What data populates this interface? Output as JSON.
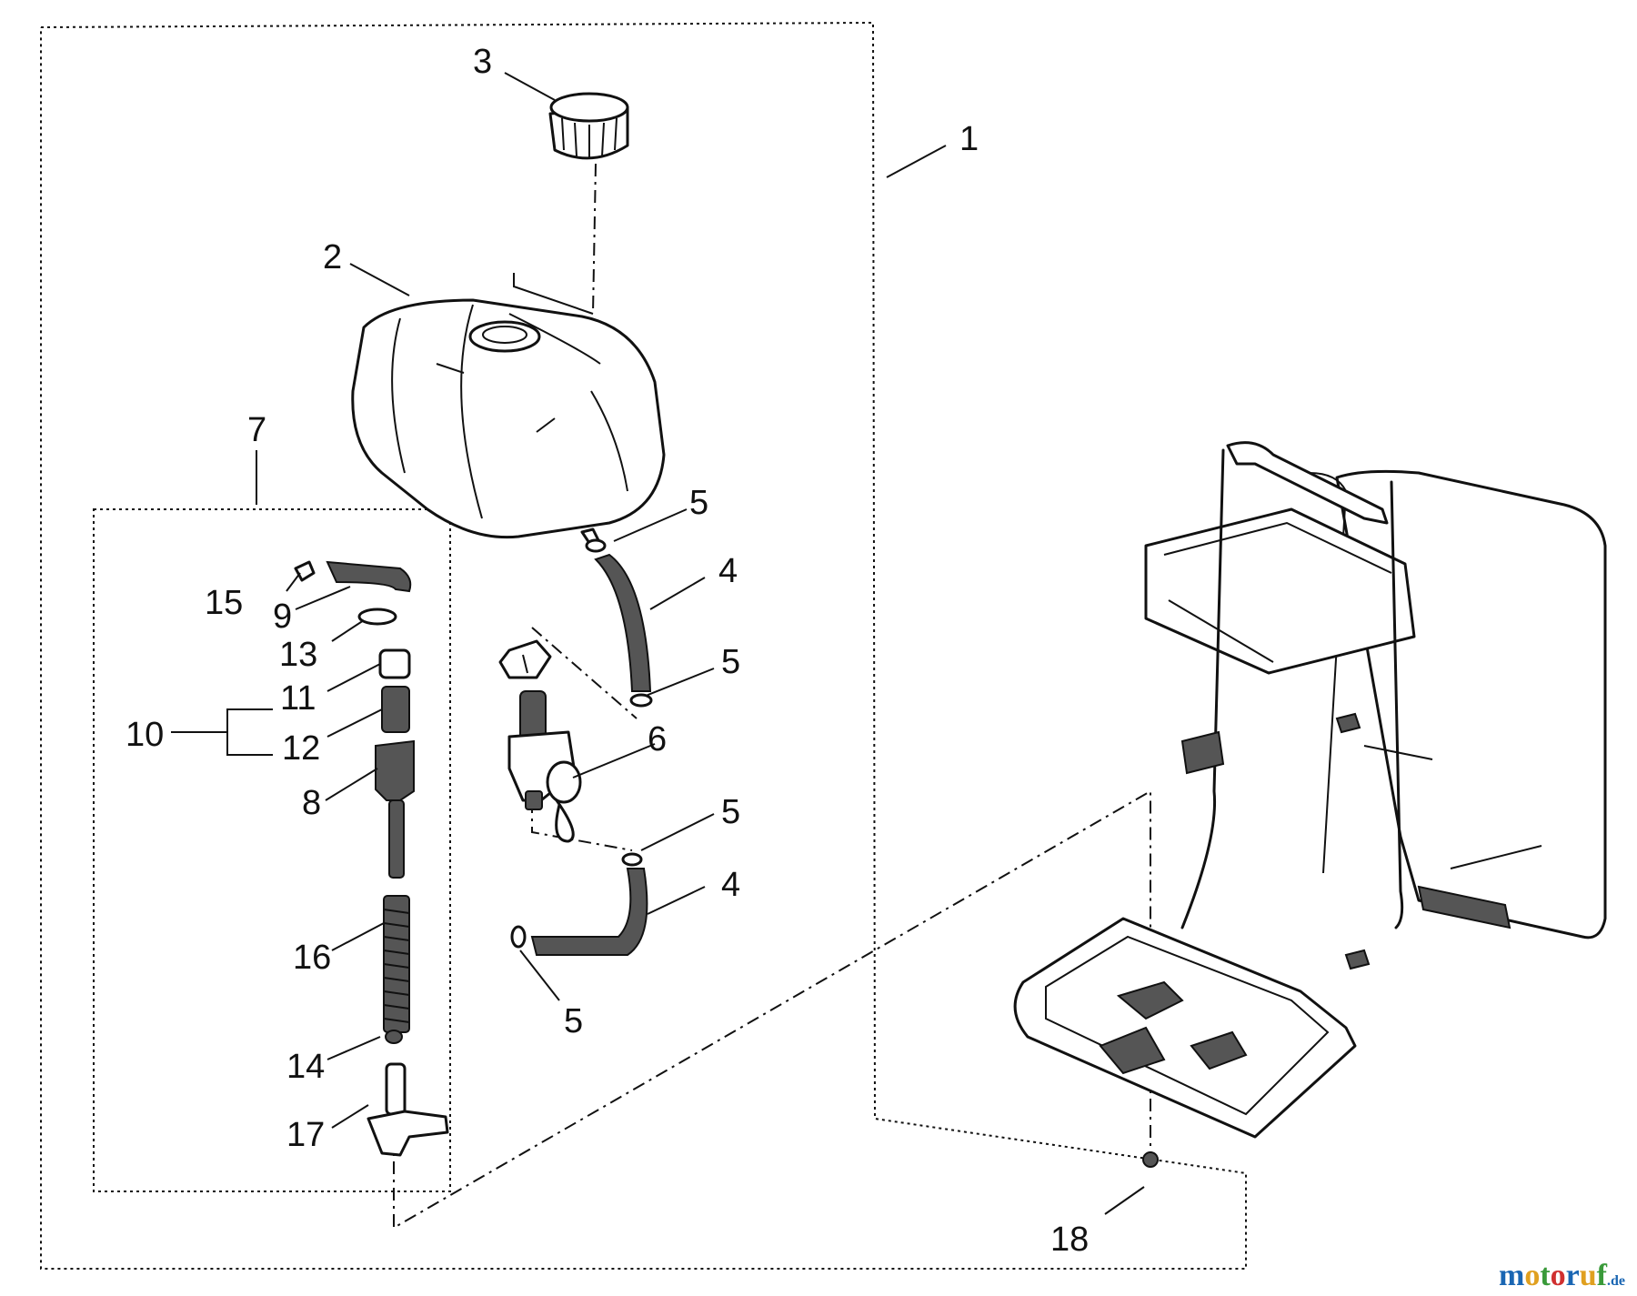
{
  "diagram": {
    "callouts": [
      "1",
      "2",
      "3",
      "4",
      "4",
      "5",
      "5",
      "5",
      "5",
      "6",
      "7",
      "8",
      "9",
      "10",
      "11",
      "12",
      "13",
      "14",
      "15",
      "16",
      "17",
      "18"
    ],
    "watermark": {
      "text": "motoruf",
      "suffix": ".de",
      "colors": [
        "#1a66b3",
        "#e0a020",
        "#3a9a3a",
        "#d03030"
      ]
    },
    "colors": {
      "ink": "#111111",
      "paper": "#ffffff",
      "shade": "#555555"
    }
  }
}
